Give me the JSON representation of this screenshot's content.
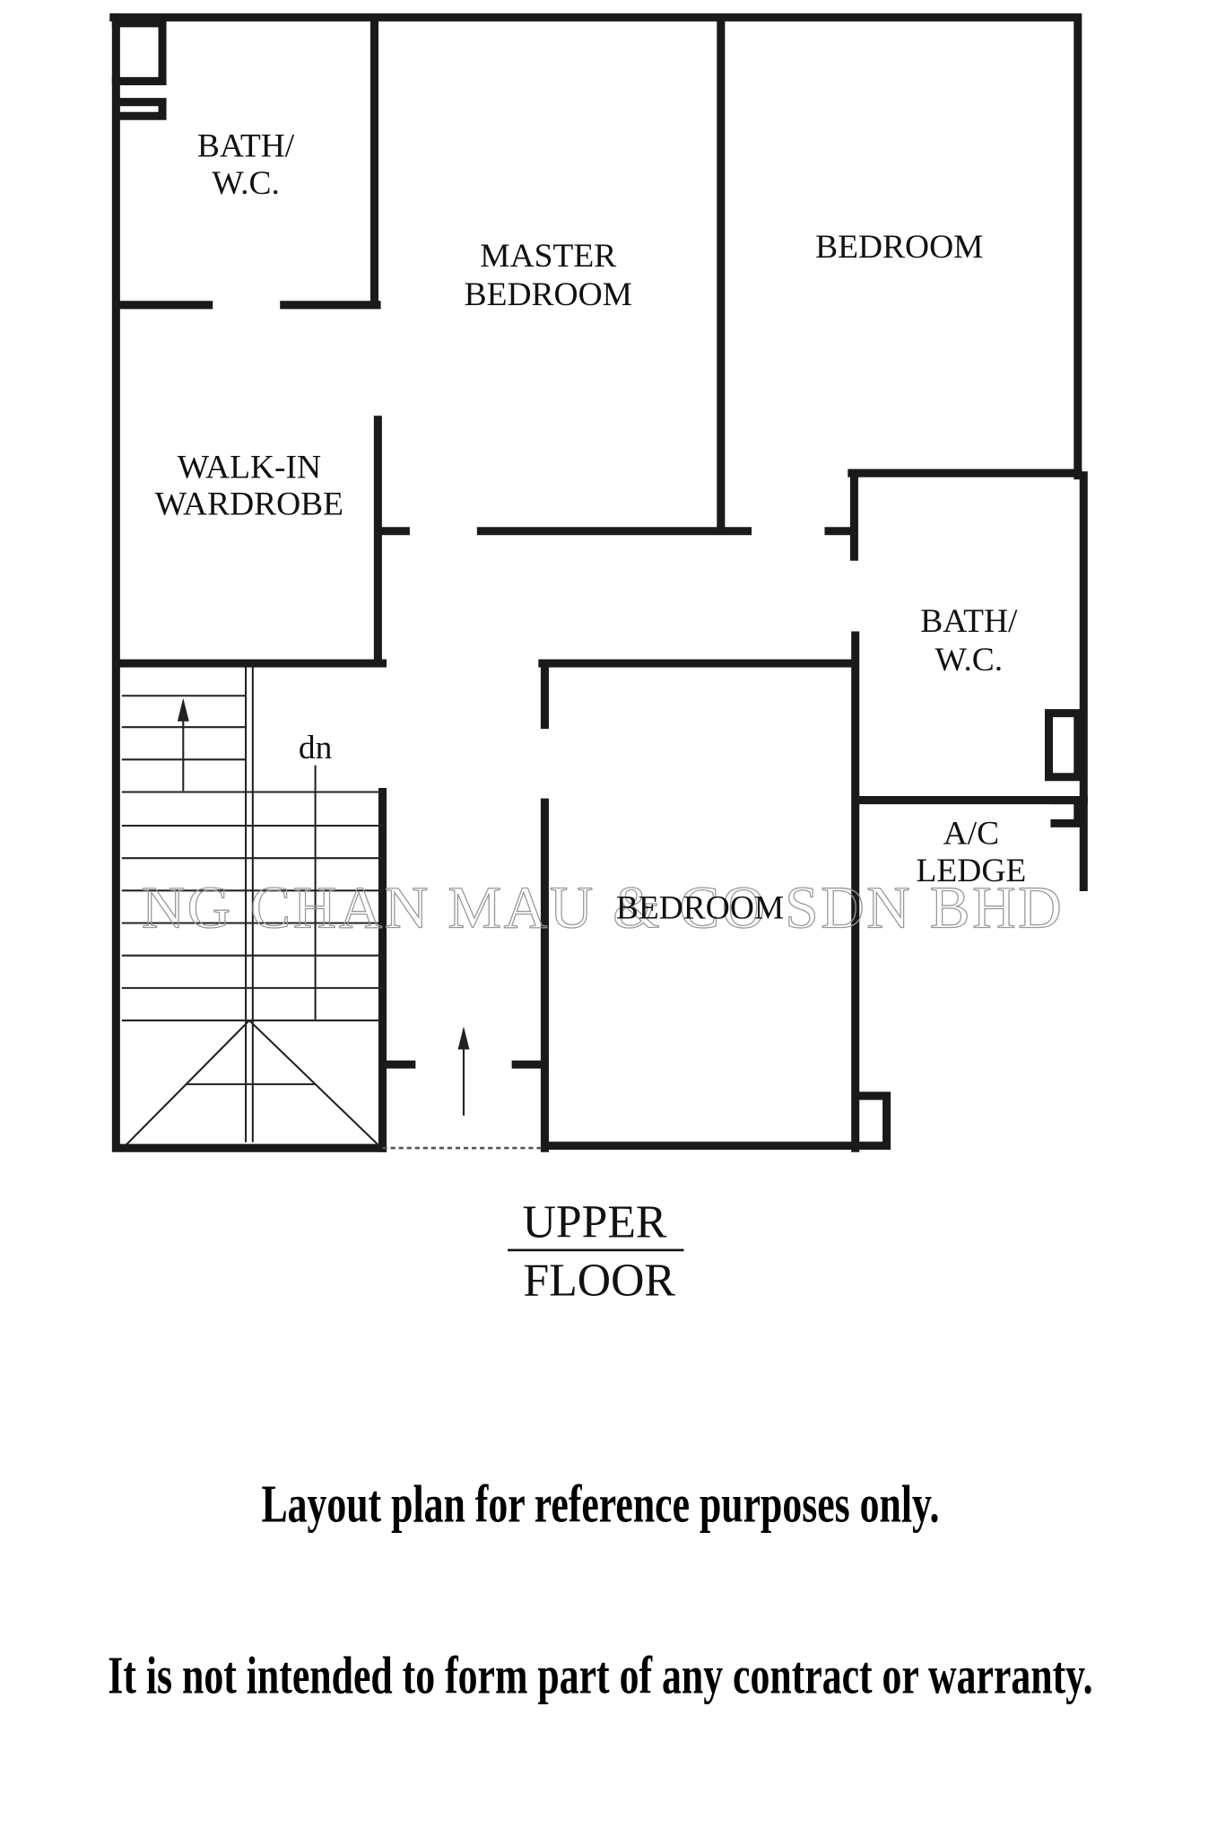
{
  "plan": {
    "rooms": {
      "bath1": [
        "BATH/",
        "W.C."
      ],
      "master": [
        "MASTER",
        "BEDROOM"
      ],
      "bedroom1": "BEDROOM",
      "wardrobe": [
        "WALK-IN",
        "WARDROBE"
      ],
      "bath2": [
        "BATH/",
        "W.C."
      ],
      "bedroom2": "BEDROOM",
      "ac": [
        "A/C",
        "LEDGE"
      ]
    },
    "stair_label": "dn",
    "watermark": "NG CHAN MAU & CO SDN BHD",
    "floor_title": [
      "UPPER",
      "FLOOR"
    ]
  },
  "disclaimer": [
    "Layout plan for reference purposes only.",
    "It is not intended to form part of any contract or warranty."
  ]
}
